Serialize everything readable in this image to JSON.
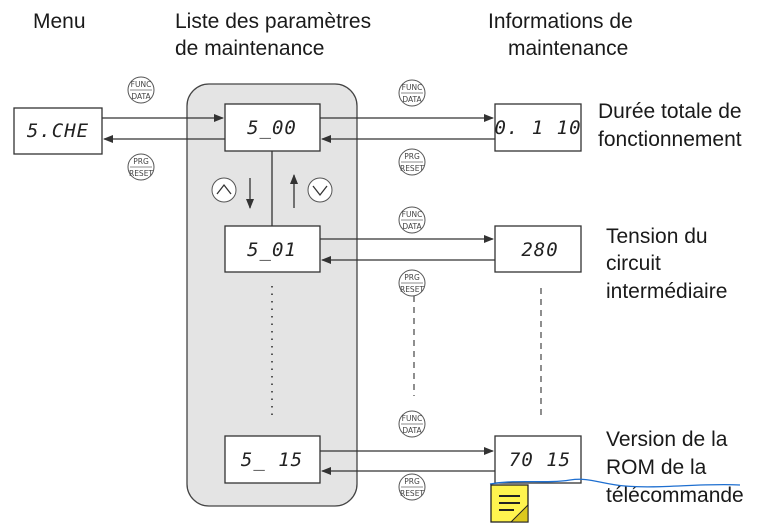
{
  "headings": {
    "menu": "Menu",
    "params_line1": "Liste des paramètres",
    "params_line2": "de maintenance",
    "info_line1": "Informations de",
    "info_line2": "maintenance"
  },
  "menu_display": "5.CHE",
  "param_displays": {
    "p0": "5_00",
    "p1": "5_01",
    "p15": "5_ 15"
  },
  "info_displays": {
    "i0": "0. 1 10",
    "i1": "280",
    "i15": "70 15"
  },
  "info_labels": {
    "i0_line1": "Durée totale de",
    "i0_line2": "fonctionnement",
    "i1_line1": "Tension du",
    "i1_line2": "circuit",
    "i1_line3": "intermédiaire",
    "i15_line1": "Version de la",
    "i15_line2": "ROM de la",
    "i15_line3": "télécommande"
  },
  "buttons": {
    "func_top": "FUNC",
    "func_bottom": "DATA",
    "prg_top": "PRG",
    "prg_bottom": "RESET"
  },
  "colors": {
    "panel": "#e4e4e4",
    "note_icon": "#fff44f",
    "annotation_line": "#1e6fd0"
  },
  "icons": [
    "up-arrow-button-icon",
    "down-arrow-button-icon",
    "note-icon"
  ]
}
